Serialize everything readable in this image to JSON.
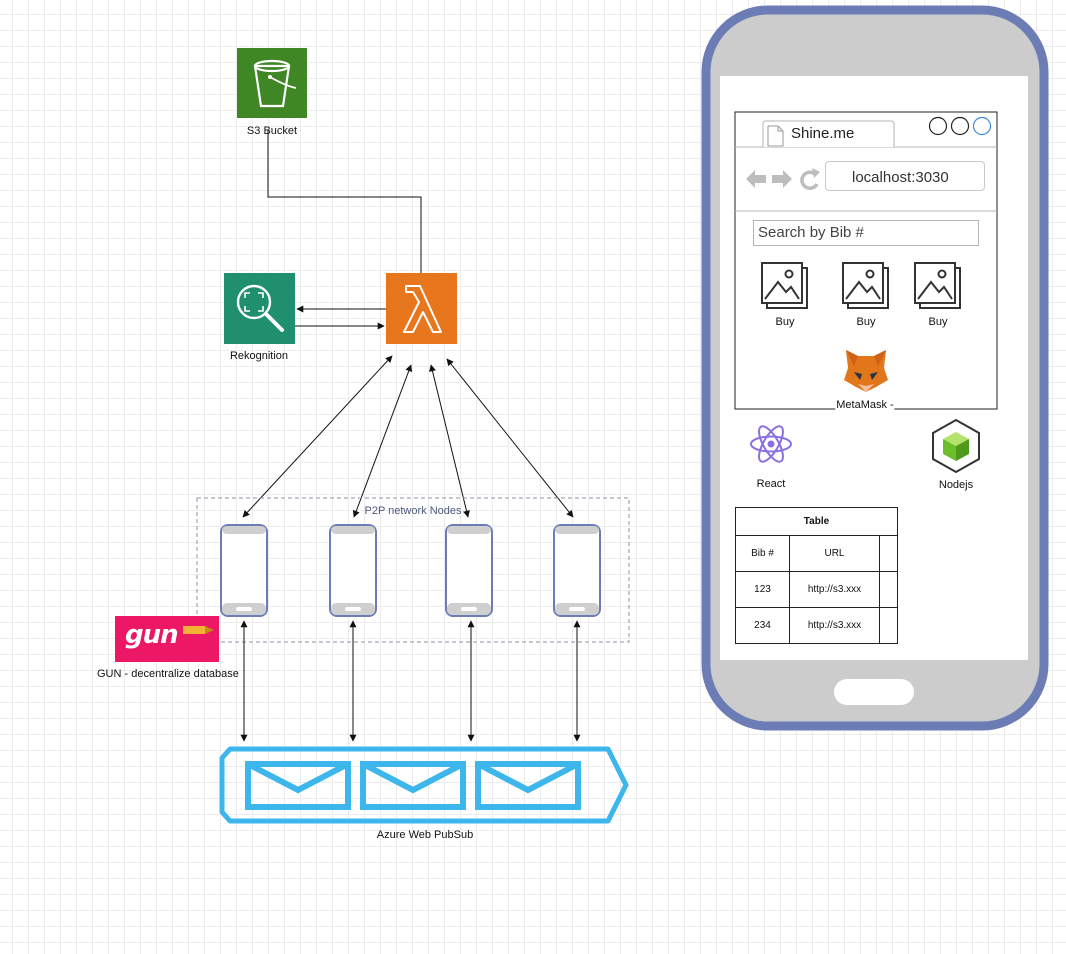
{
  "aws": {
    "s3_label": "S3 Bucket",
    "rekognition_label": "Rekognition",
    "s3_color": "#3f8624",
    "lambda_color": "#e7761c",
    "rekognition_color": "#1f8f6e"
  },
  "p2p": {
    "group_label": "P2P network Nodes",
    "group_label_color": "#4d5a7a",
    "node_count": 4
  },
  "gun": {
    "logo_text": "gun",
    "label": "GUN - decentralize database",
    "color": "#ec1765"
  },
  "pubsub": {
    "label": "Azure Web PubSub",
    "color": "#3db6ec"
  },
  "mobile": {
    "frame_color": "#6c7db5",
    "browser": {
      "tab_title": "Shine.me",
      "address": "localhost:3030",
      "search_placeholder": "Search by Bib #",
      "buy_labels": [
        "Buy",
        "Buy",
        "Buy"
      ],
      "metamask_label": "MetaMask -"
    },
    "react_label": "React",
    "nodejs_label": "Nodejs",
    "table": {
      "title": "Table",
      "headers": [
        "Bib #",
        "URL",
        ""
      ],
      "rows": [
        [
          "123",
          "http://s3.xxx",
          ""
        ],
        [
          "234",
          "http://s3.xxx",
          ""
        ]
      ]
    }
  }
}
